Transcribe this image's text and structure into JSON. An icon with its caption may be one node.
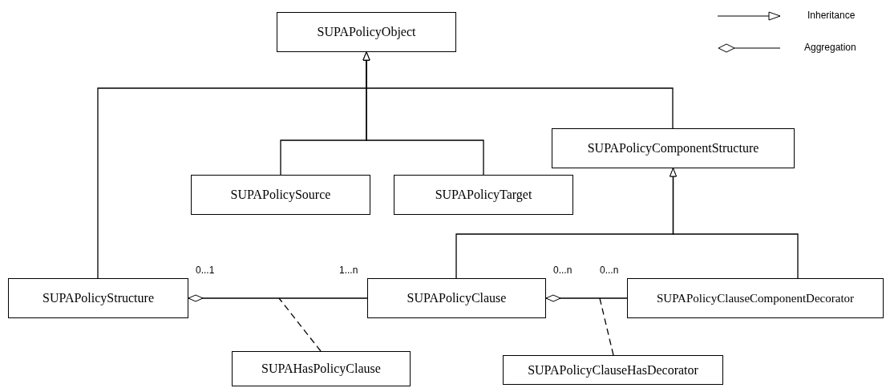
{
  "diagram": {
    "nodes": [
      {
        "text": [
          "SUPAPolicyObject"
        ]
      },
      {
        "text": [
          "SUPAPolicyComponentStructure"
        ]
      },
      {
        "text": [
          "SUPAPolicySource"
        ]
      },
      {
        "text": [
          "SUPAPolicyTarget"
        ]
      },
      {
        "text": [
          "SUPAPolicyStructure"
        ]
      },
      {
        "text": [
          "SUPAPolicyClause"
        ]
      },
      {
        "text": [
          "SUPAPolicyClauseComponentDecorator"
        ]
      },
      {
        "text": [
          "SUPAHasPolicyClause"
        ]
      },
      {
        "text": [
          "SUPAPolicyClauseHasDecorator"
        ]
      }
    ],
    "edges": [
      {
        "from": 4,
        "to": 0,
        "arrow": "to"
      },
      {
        "from": 2,
        "to": 0,
        "arrow": "to"
      },
      {
        "from": 3,
        "to": 0,
        "arrow": "to"
      },
      {
        "from": 1,
        "to": 0,
        "arrow": "to"
      },
      {
        "from": 5,
        "to": 1,
        "arrow": "to"
      },
      {
        "from": 6,
        "to": 1,
        "arrow": "to"
      },
      {
        "from": 4,
        "to": 5,
        "arrow": "other"
      },
      {
        "from": 5,
        "to": 6,
        "arrow": "other"
      },
      {
        "from": 7,
        "to": null,
        "arrow": "none",
        "style": "dashed"
      },
      {
        "from": 8,
        "to": null,
        "arrow": "none",
        "style": "dashed"
      }
    ],
    "labels": [
      "0...1",
      "1...n",
      "0...n",
      "0...n"
    ],
    "legend": [
      {
        "text": "Inheritance"
      },
      {
        "text": "Aggregation"
      }
    ]
  }
}
